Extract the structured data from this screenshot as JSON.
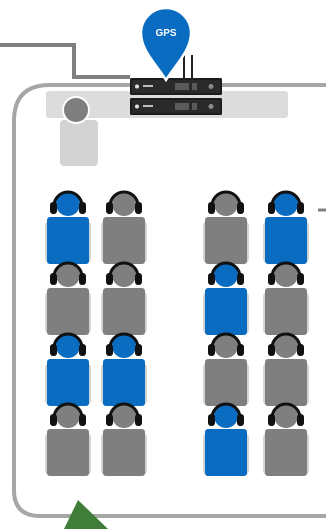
{
  "gps_label": "GPS",
  "colors": {
    "blue": "#0a6cc0",
    "gray": "#7f7f7f",
    "shadow": "#d3d3d3",
    "headphone": "#111111",
    "room_outline": "#a6a6a6",
    "rack_bar": "#dcdcdc",
    "cable": "#7f7f7f",
    "door": "#3f7d39"
  },
  "columns": [
    [
      "blue",
      "gray",
      "blue",
      "gray"
    ],
    [
      "gray",
      "gray",
      "blue",
      "gray"
    ],
    [
      "gray",
      "blue",
      "gray",
      "blue"
    ],
    [
      "blue",
      "gray",
      "gray",
      "gray"
    ]
  ]
}
